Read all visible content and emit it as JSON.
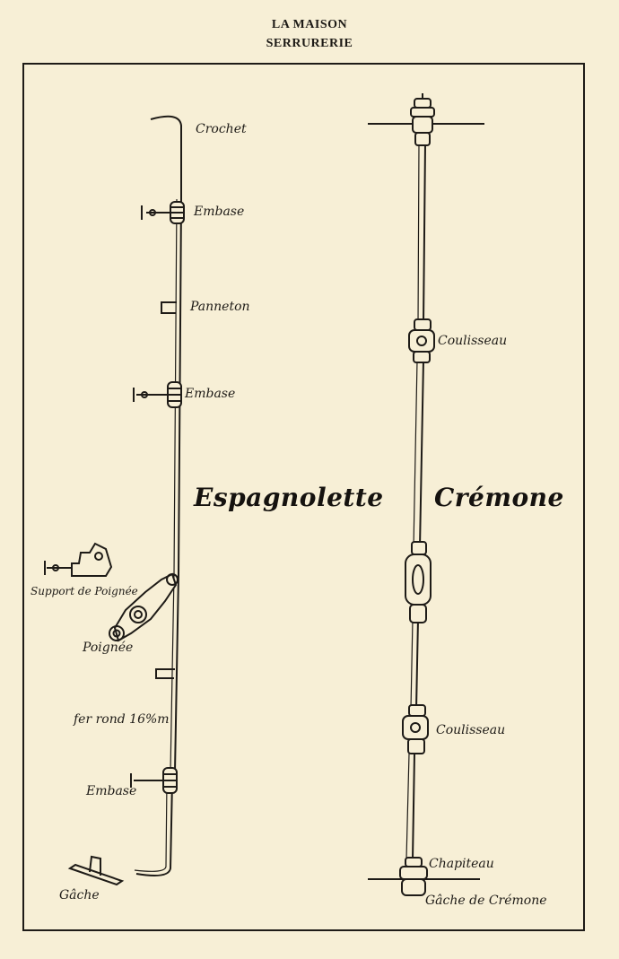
{
  "header": {
    "line1": "LA MAISON",
    "line2": "SERRURERIE"
  },
  "espagnolette": {
    "title": "Espagnolette",
    "labels": {
      "crochet": "Crochet",
      "embase_top": "Embase",
      "panneton": "Panneton",
      "embase_mid": "Embase",
      "support": "Support de Poignée",
      "poignee": "Poignée",
      "fer_rond": "fer rond 16%m",
      "embase_bottom": "Embase",
      "gache": "Gâche"
    }
  },
  "cremone": {
    "title": "Crémone",
    "labels": {
      "coulisseau_top": "Coulisseau",
      "coulisseau_bottom": "Coulisseau",
      "chapiteau": "Chapiteau",
      "gache": "Gâche de Crémone"
    }
  },
  "colors": {
    "paper": "#f7efd6",
    "ink": "#1e1b17"
  }
}
